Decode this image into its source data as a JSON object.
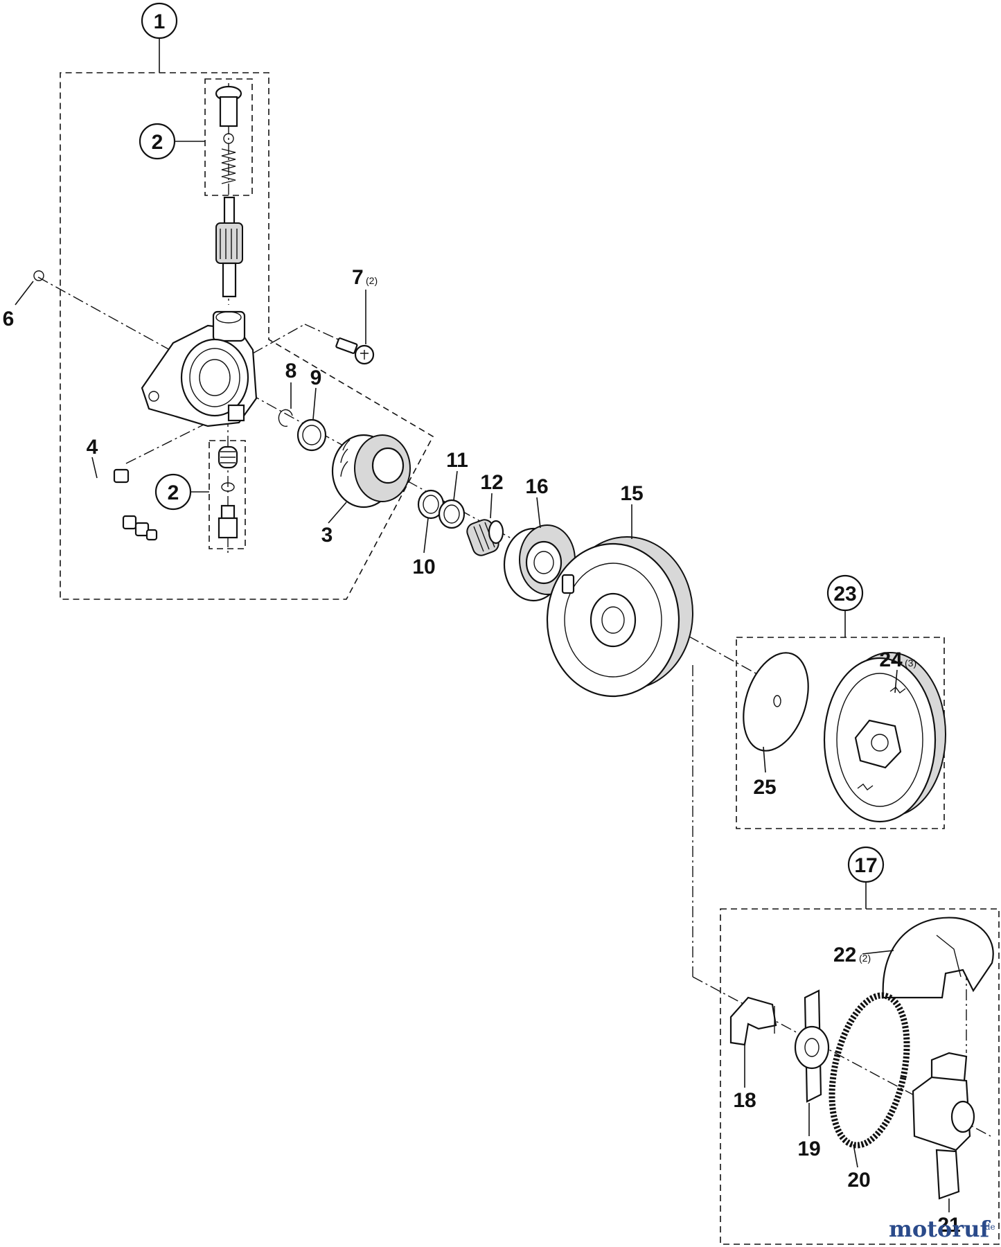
{
  "labels": {
    "p1": "1",
    "p2a": "2",
    "p2b": "2",
    "p3": "3",
    "p4": "4",
    "p6": "6",
    "p7": "7",
    "p7_qty": "(2)",
    "p8": "8",
    "p9": "9",
    "p10": "10",
    "p11": "11",
    "p12": "12",
    "p15": "15",
    "p16": "16",
    "p17": "17",
    "p18": "18",
    "p19": "19",
    "p20": "20",
    "p21": "21",
    "p22": "22",
    "p22_qty": "(2)",
    "p23": "23",
    "p24": "24",
    "p24_qty": "(3)",
    "p25": "25"
  },
  "watermark": {
    "brand": "motoruf",
    "tld": ".de"
  }
}
